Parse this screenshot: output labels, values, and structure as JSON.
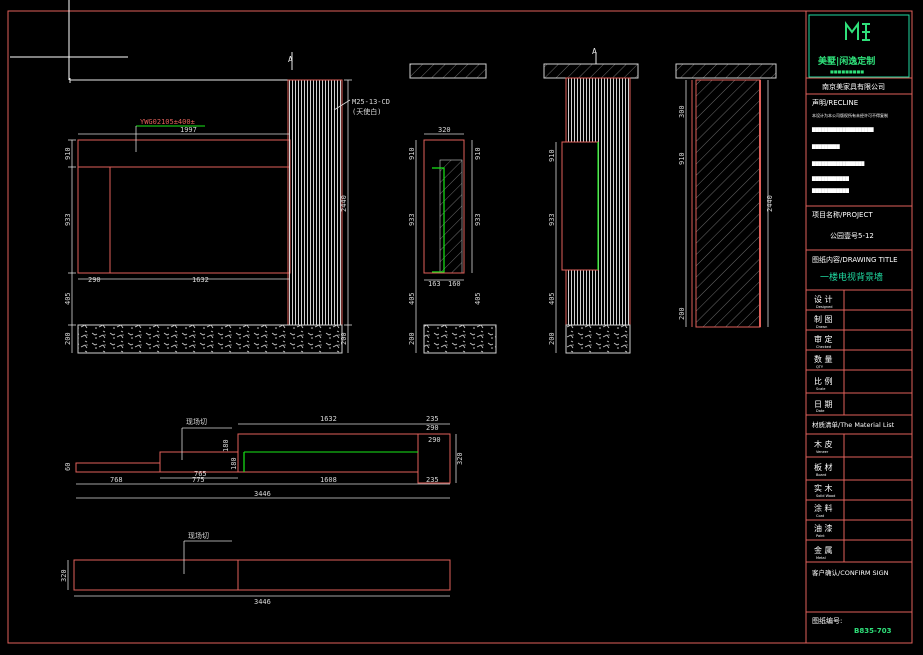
{
  "colors": {
    "line": "#e0605a",
    "dim": "#d8d8d8",
    "white": "#ffffff",
    "green": "#17e817",
    "teal": "#1fd9a0",
    "title_green": "#2fe07a",
    "hatch": "#cfcfcf"
  },
  "elevation_front": {
    "top_label": "YWG02105±400±",
    "width_top": "1997",
    "opening_width_left": "290",
    "opening_width": "1632",
    "dims_left": [
      "910",
      "933",
      "405",
      "200"
    ],
    "dims_right": [
      "2440",
      "200"
    ],
    "callout": "M25-13-CD",
    "callout_sub": "(天使白)",
    "section_mark": "A"
  },
  "section_side": {
    "top_width": "320",
    "bottom_widths": [
      "163",
      "160"
    ],
    "dims_left": [
      "910",
      "933",
      "405",
      "200"
    ],
    "dims_right": [
      "910",
      "933",
      "405"
    ]
  },
  "section_mid": {
    "dims_left": [
      "910",
      "933",
      "405",
      "200"
    ],
    "section_mark": "A"
  },
  "section_right": {
    "dims_left": [
      "300",
      "910",
      "200"
    ],
    "dims_right": [
      "2440"
    ]
  },
  "plan_top": {
    "note": "现场切",
    "dims_top": [
      "1632",
      "235",
      "290"
    ],
    "dims_mid": [
      "180",
      "180",
      "290"
    ],
    "dims_bottom_row1": [
      "765"
    ],
    "dims_bottom_row2": [
      "768",
      "775",
      "1608",
      "235"
    ],
    "total": "3446",
    "left_mark": "60",
    "right_height": "320"
  },
  "plan_bottom": {
    "note": "现场切",
    "height": "320",
    "total": "3446"
  },
  "title_block": {
    "logo_text": "美墅|闲逸定制",
    "logo_tagline": "■■■■■■■■■",
    "company": "南京美家具有限公司",
    "statement_label": "声明/RECLINE",
    "statement_lines": [
      "本设计为本公司版权所有未经许可不得复制",
      "████████████████████",
      "█████████",
      "█████████████████",
      "████████████",
      "████████████"
    ],
    "project_label": "项目名称/PROJECT",
    "project_name": "公园壹号5-12",
    "drawing_label": "图纸内容/DRAWING TITLE",
    "drawing_title": "一楼电视背景墙",
    "rows": [
      {
        "cn": "设  计",
        "en": "Designed"
      },
      {
        "cn": "制  图",
        "en": "Drawn"
      },
      {
        "cn": "审  定",
        "en": "Checked"
      },
      {
        "cn": "数  量",
        "en": "QTY"
      },
      {
        "cn": "比  例",
        "en": "Scale"
      },
      {
        "cn": "日  期",
        "en": "Date"
      }
    ],
    "material_label": "材质清单/The Material List",
    "materials": [
      {
        "cn": "木  皮",
        "en": "Veneer"
      },
      {
        "cn": "板  材",
        "en": "Board"
      },
      {
        "cn": "实  木",
        "en": "Solid Wood"
      },
      {
        "cn": "涂  料",
        "en": "Coat"
      },
      {
        "cn": "油  漆",
        "en": "Paint"
      },
      {
        "cn": "金  属",
        "en": "Metal"
      }
    ],
    "client_label": "客户确认/CONFIRM SIGN",
    "number_label": "图纸编号:",
    "number_value": "B835-703"
  }
}
